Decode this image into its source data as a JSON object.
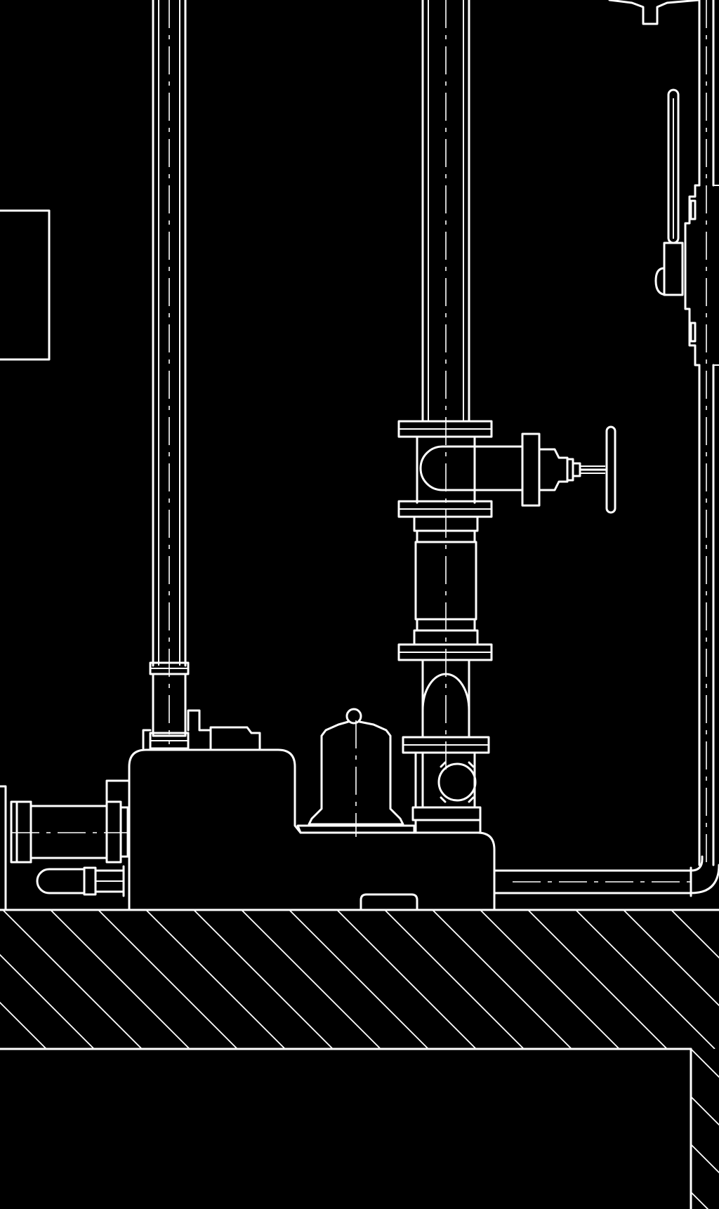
{
  "drawing": {
    "colors": {
      "background": "#000000",
      "line": "#ffffff"
    },
    "components": [
      "left-vertical-pipe",
      "right-vertical-pipe",
      "far-right-pipe",
      "gate-valve",
      "handwheel",
      "pipe-spool",
      "check-valve",
      "pump-housing",
      "motor-unit",
      "horizontal-drain-pipe",
      "left-inlet-pipe",
      "floor-slab",
      "lower-wall",
      "wall-panel"
    ]
  }
}
